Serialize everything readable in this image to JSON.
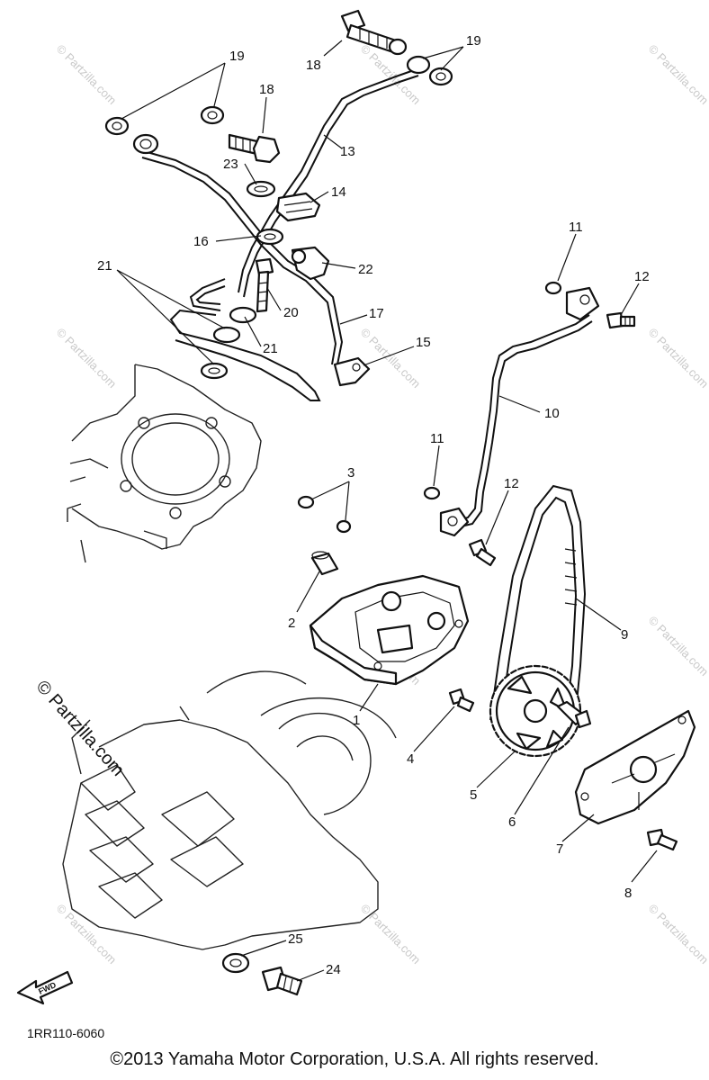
{
  "callouts": {
    "c1": "1",
    "c2": "2",
    "c3": "3",
    "c4": "4",
    "c5": "5",
    "c6": "6",
    "c7": "7",
    "c8": "8",
    "c9": "9",
    "c10": "10",
    "c11a": "11",
    "c11b": "11",
    "c12a": "12",
    "c12b": "12",
    "c13": "13",
    "c14": "14",
    "c15": "15",
    "c16": "16",
    "c17": "17",
    "c18a": "18",
    "c18b": "18",
    "c19a": "19",
    "c19b": "19",
    "c20": "20",
    "c21a": "21",
    "c21b": "21",
    "c22": "22",
    "c23": "23",
    "c24": "24",
    "c25": "25"
  },
  "watermark": "© Partzilla.com",
  "fwd_label": "FWD",
  "diagram_code": "1RR110-6060",
  "copyright": "©2013  Yamaha Motor Corporation, U.S.A. All rights reserved."
}
